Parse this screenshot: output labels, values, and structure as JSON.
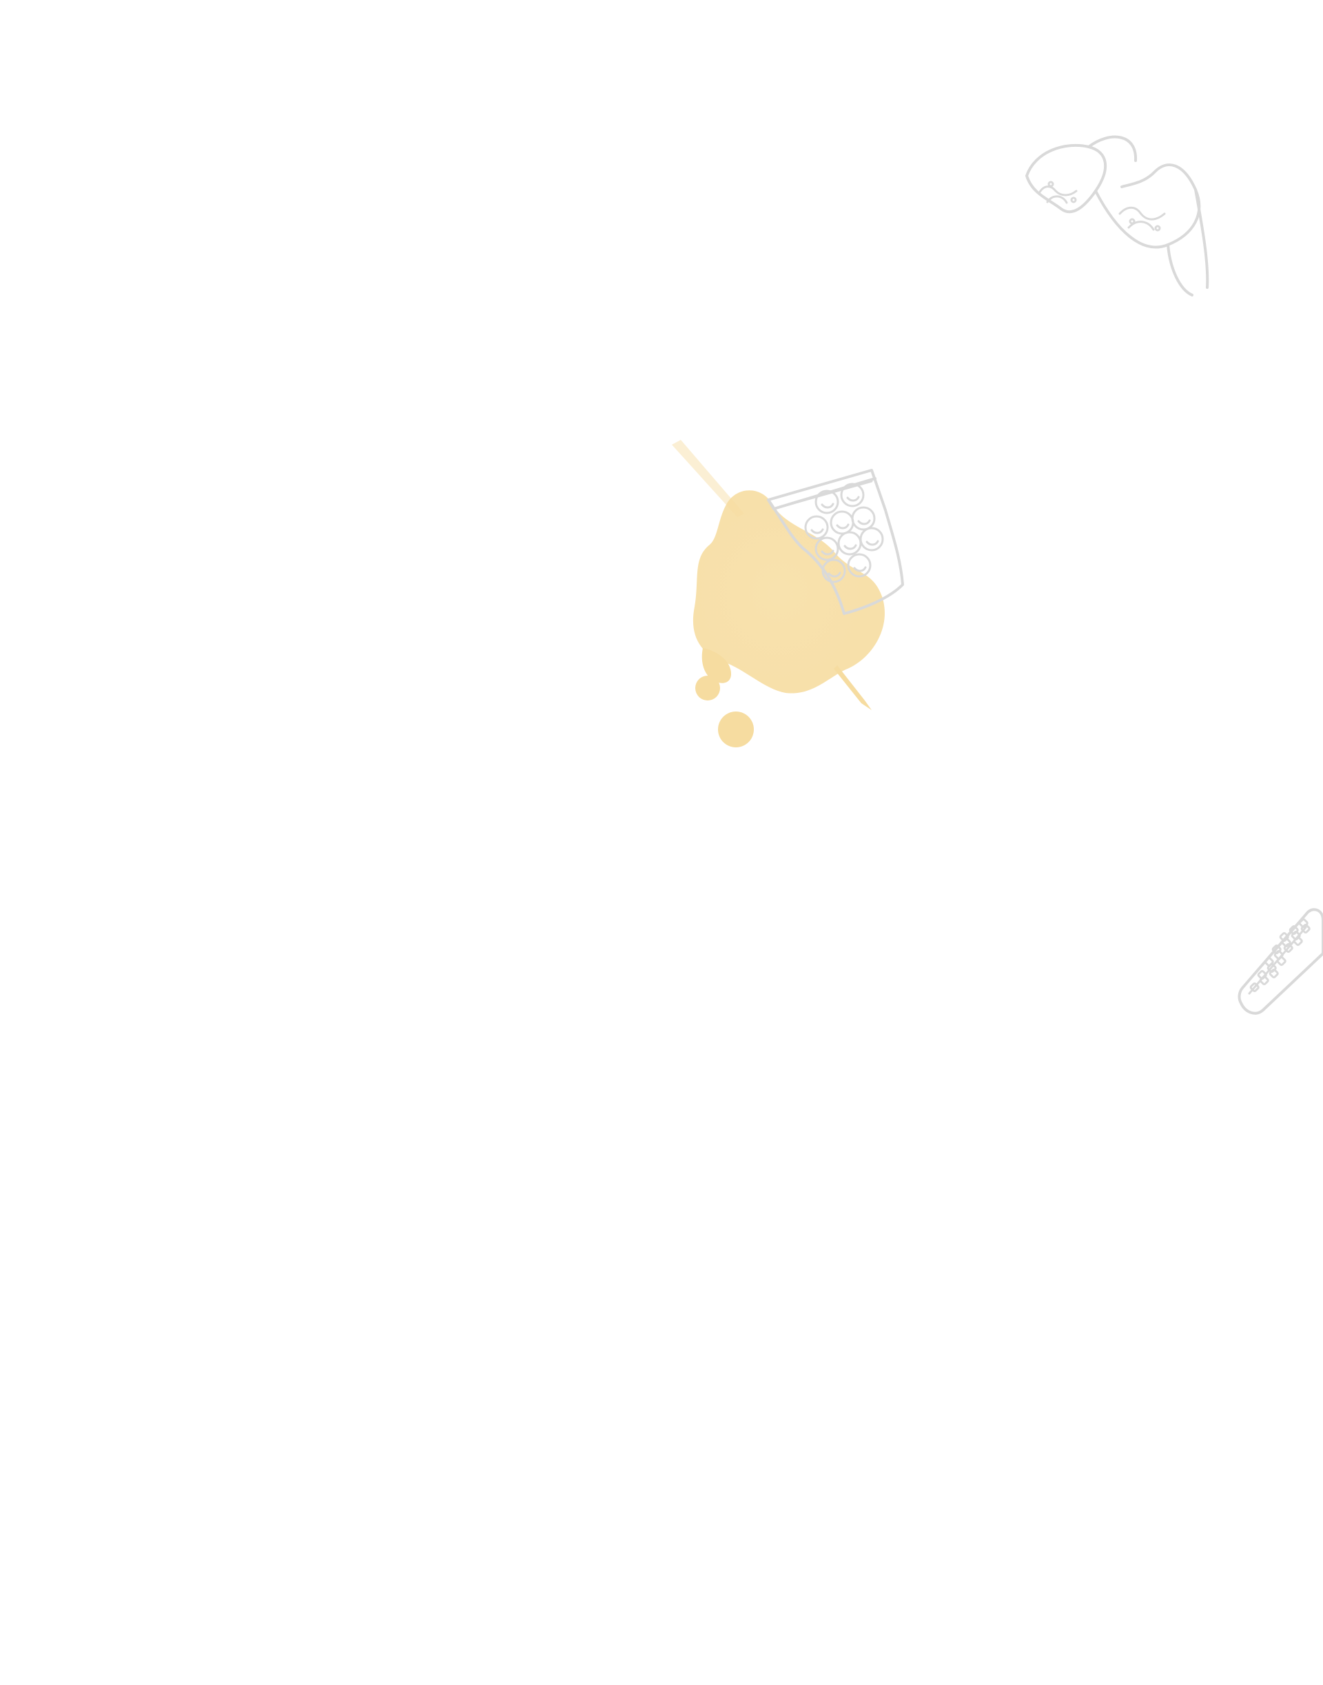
{
  "page": {
    "background_color": "#ffffff"
  },
  "decorations": [
    {
      "name": "lace-bra-doodle",
      "icon": "lace-bra-icon",
      "color": "#d9d9d9"
    },
    {
      "name": "watercolor-splash",
      "icon": "paint-splash-icon",
      "color": "#f6dca0"
    },
    {
      "name": "smiley-pill-bag-doodle",
      "icon": "smiley-pill-bag-icon",
      "color": "#d9d9d9"
    },
    {
      "name": "remote-control-doodle",
      "icon": "remote-control-icon",
      "color": "#d9d9d9"
    }
  ]
}
